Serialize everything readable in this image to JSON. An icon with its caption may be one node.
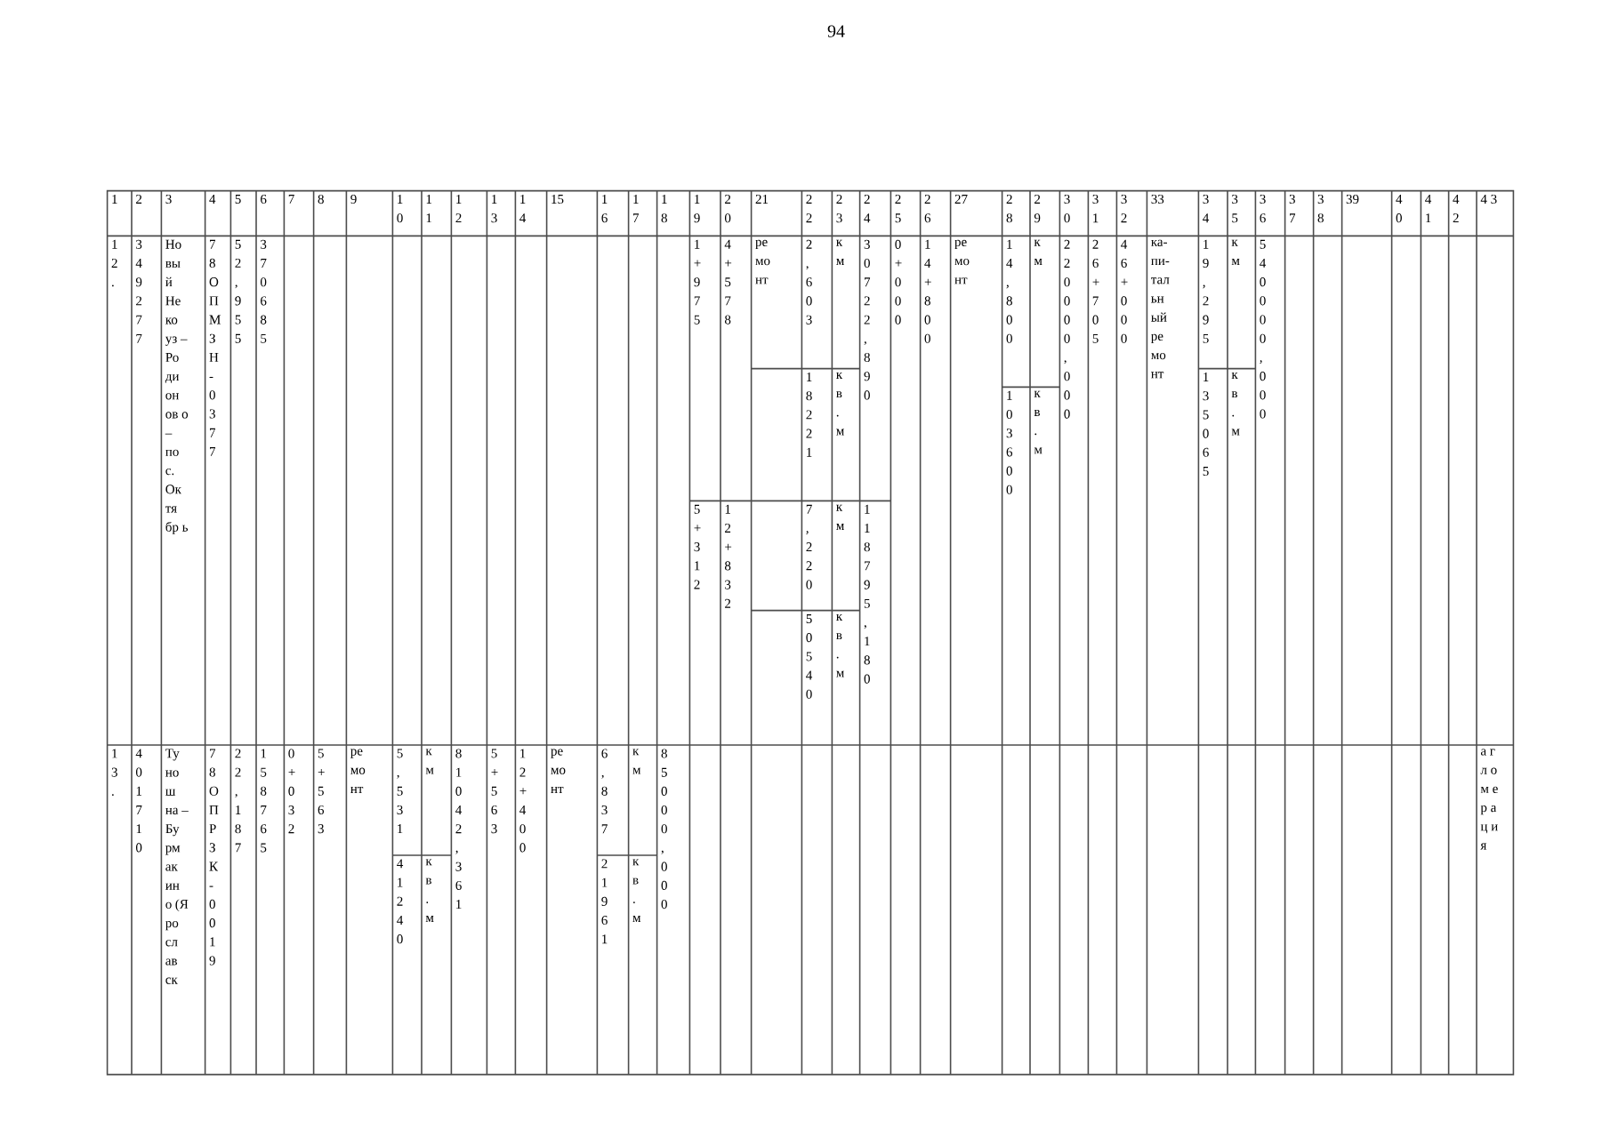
{
  "diagram": {
    "labels": [
      "94",
      "1",
      "2",
      "3",
      "4",
      "5",
      "6",
      "7",
      "8",
      "9",
      "1 0",
      "1 1",
      "1 2",
      "1 3",
      "1 4",
      "15",
      "1 6",
      "1 7",
      "1 8",
      "1 9",
      "2 0",
      "21",
      "2 2",
      "2 3",
      "2 4",
      "2 5",
      "2 6",
      "27",
      "2 8",
      "2 9",
      "3 0",
      "3 1",
      "3 2",
      "33",
      "3 4",
      "3 5",
      "3 6",
      "3 7",
      "3 8",
      "39",
      "4 0",
      "4 1",
      "4 2",
      "4 3",
      "1 2 .",
      "3 4 9 2 7 7",
      "Но вы й Не ко уз – Ро ди он ов о – по с. Ок тя бр ь",
      "7 8 О П М З Н - 0 3 7 7",
      "5 2 , 9 5 5",
      "3 7 0 6 8 5",
      "1 + 9 7 5",
      "5 + 3 1 2",
      "4 + 5 7 8",
      "1 2 + 8 3 2",
      "ре мо нт",
      "2 , 6 0 3",
      "1 8 2 2 1",
      "7 , 2 2 0",
      "5 0 5 4 0",
      "к м",
      "к в . м",
      "к м",
      "к в . м",
      "3 0 7 2 2 , 8 9 0",
      "1 1 8 7 9 5 , 1 8 0",
      "0 + 0 0 0",
      "1 4 + 8 0 0",
      "ре мо нт",
      "1 4 , 8 0 0",
      "1 0 3 6 0 0",
      "к м",
      "к в . м",
      "2 2 0 0 0 0 , 0 0 0",
      "2 6 + 7 0 5",
      "4 6 + 0 0 0",
      "ка- пи- тал ьн ый ре мо нт",
      "1 9 , 2 9 5",
      "1 3 5 0 6 5",
      "к м",
      "к в . м",
      "5 4 0 0 0 0 , 0 0 0",
      "1 3 .",
      "4 0 1 7 1 0",
      "Ту но ш на – Бу рм ак ин о (Я ро сл ав ск",
      "7 8 О П Р З К - 0 0 1 9",
      "2 2 , 1 8 7",
      "1 5 8 7 6 5",
      "0 + 0 3 2",
      "5 + 5 6 3",
      "ре мо нт",
      "5 , 5 3 1",
      "4 1 2 4 0",
      "к м",
      "к в . м",
      "8 1 0 4 2 , 3 6 1",
      "5 + 5 6 3",
      "1 2 + 4 0 0",
      "ре мо нт",
      "6 , 8 3 7",
      "2 1 9 6 1",
      "к м",
      "к в . м",
      "8 5 0 0 0 , 0 0 0",
      "а г л о м е р а ц и я"
    ]
  }
}
